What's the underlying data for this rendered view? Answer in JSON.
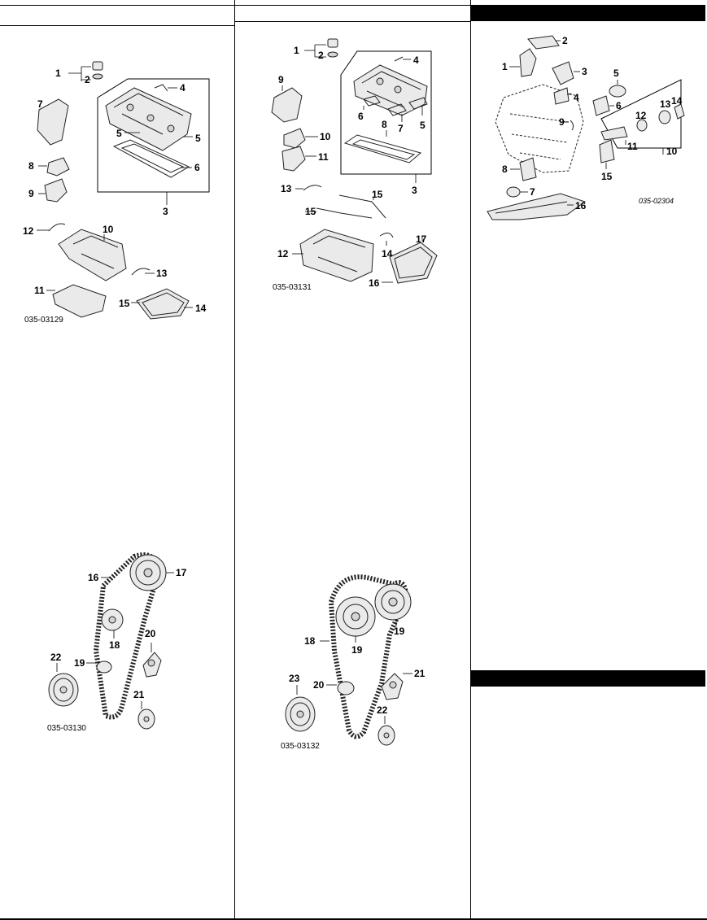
{
  "figures": {
    "col1_top": {
      "code": "035-03129",
      "callouts": [
        "1",
        "2",
        "3",
        "4",
        "5",
        "5",
        "6",
        "7",
        "8",
        "9",
        "10",
        "11",
        "12",
        "13",
        "14",
        "15"
      ]
    },
    "col1_belt": {
      "code": "035-03130",
      "callouts": [
        "16",
        "17",
        "18",
        "19",
        "20",
        "21",
        "22"
      ]
    },
    "col2_top": {
      "code": "035-03131",
      "callouts": [
        "1",
        "2",
        "3",
        "4",
        "5",
        "6",
        "7",
        "8",
        "9",
        "10",
        "11",
        "12",
        "13",
        "14",
        "15",
        "15",
        "16",
        "17"
      ]
    },
    "col2_belt": {
      "code": "035-03132",
      "callouts": [
        "18",
        "19",
        "19",
        "20",
        "21",
        "22",
        "23"
      ]
    },
    "col3_mounts": {
      "code": "035-02304",
      "callouts": [
        "1",
        "2",
        "3",
        "4",
        "5",
        "6",
        "7",
        "8",
        "9",
        "10",
        "11",
        "12",
        "13",
        "14",
        "15",
        "16"
      ]
    }
  }
}
